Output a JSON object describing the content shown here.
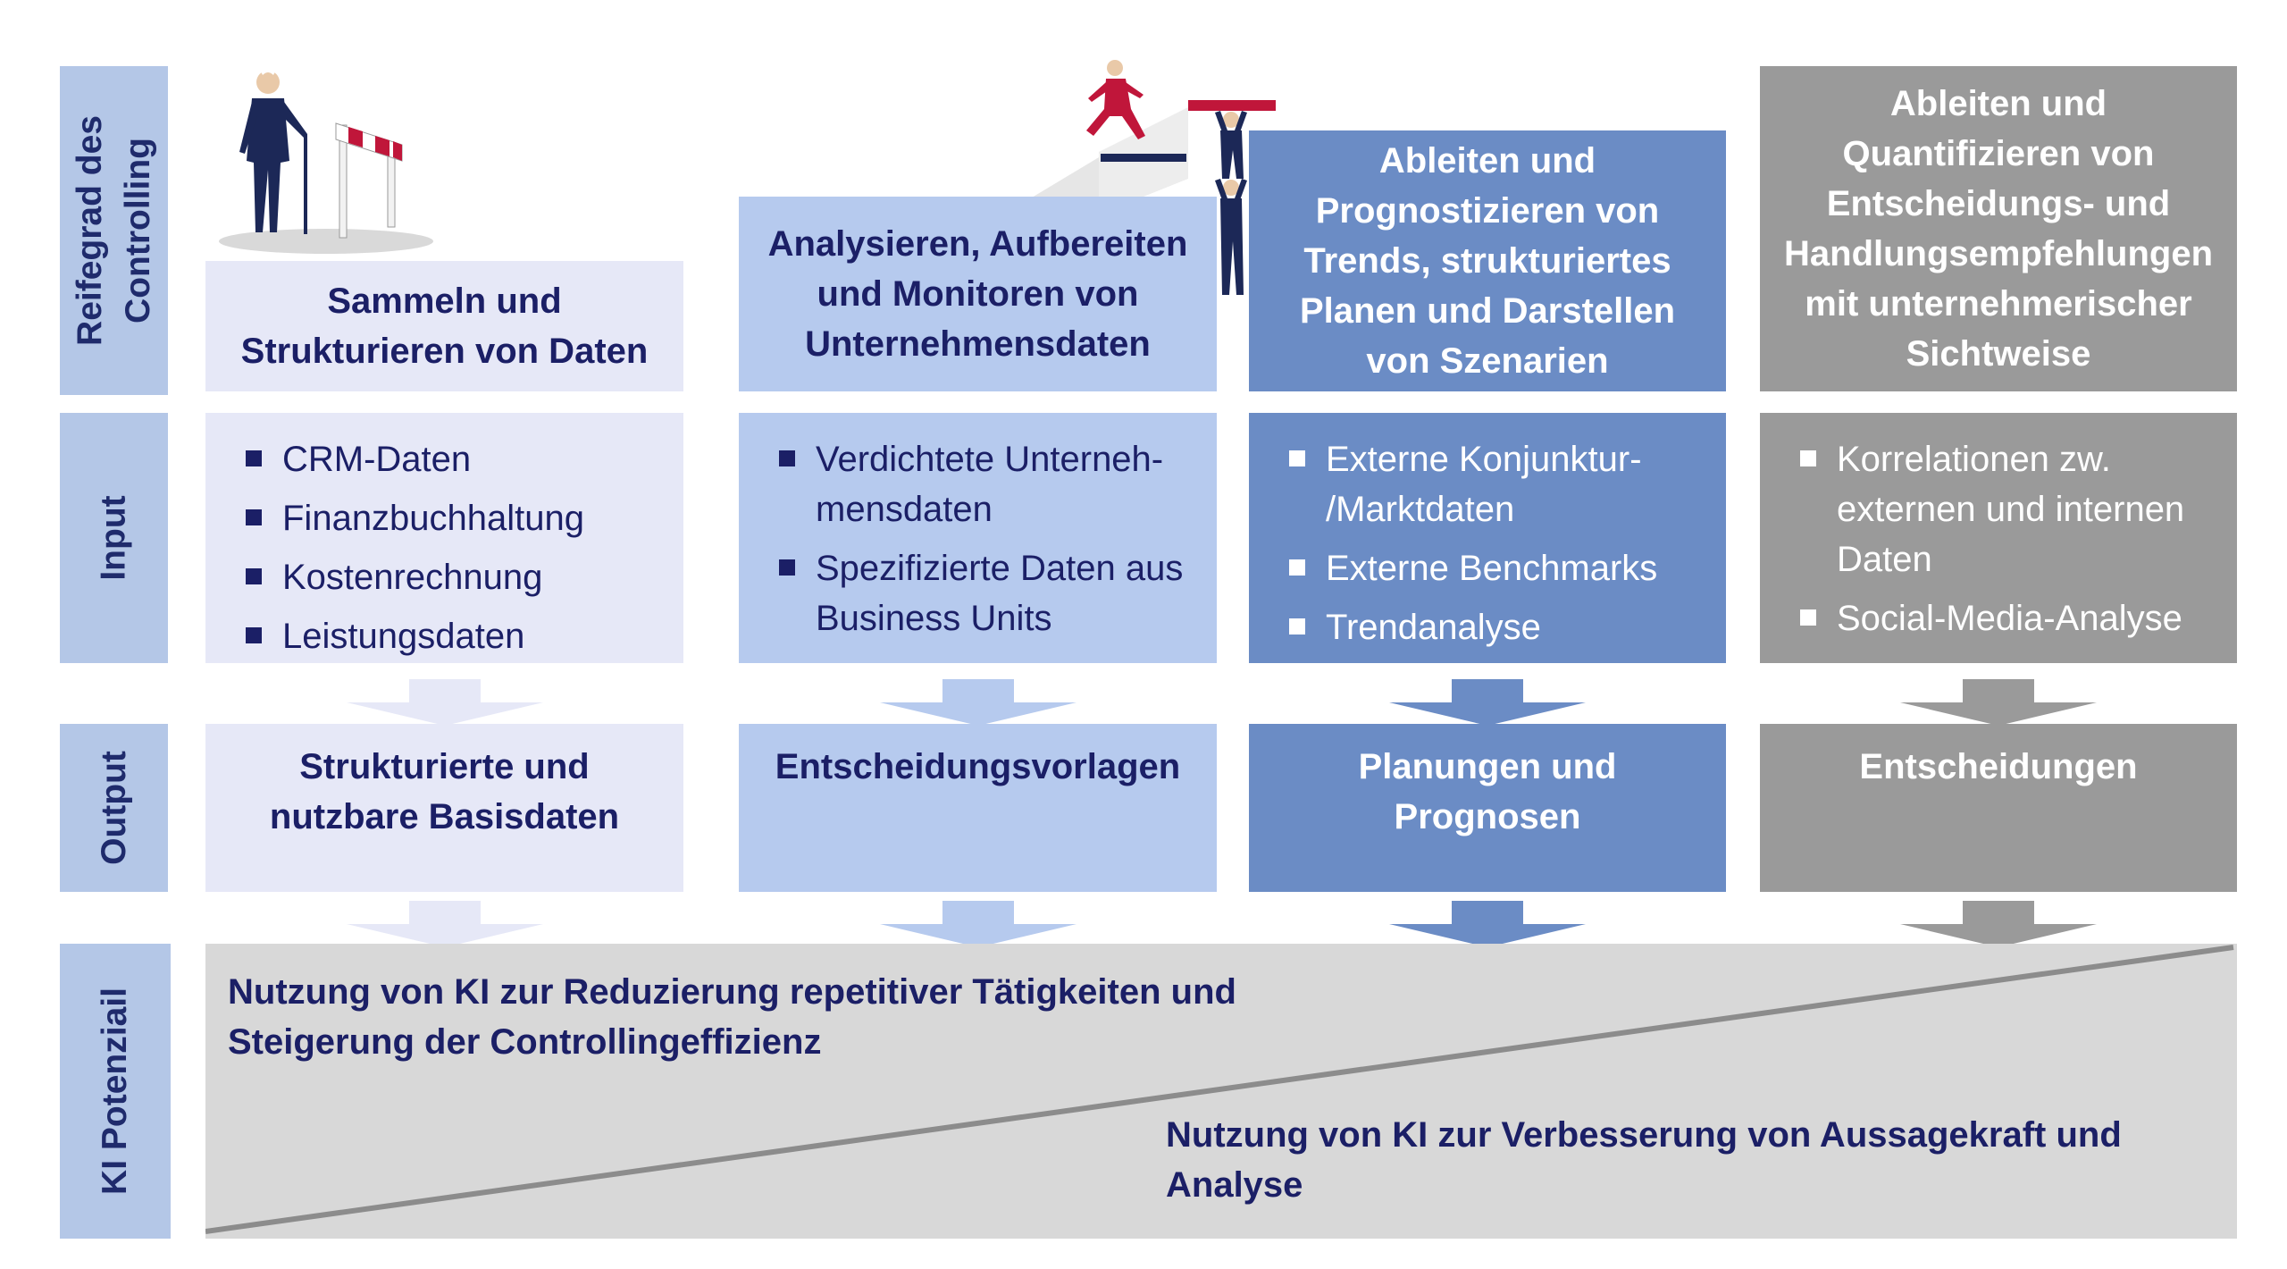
{
  "row_labels": {
    "reifegrad": [
      "Reifegrad des",
      "Controlling"
    ],
    "input": "Input",
    "output": "Output",
    "ki": "KI Potenziail"
  },
  "columns": [
    {
      "header": [
        "Sammeln und",
        "Strukturieren von Daten"
      ],
      "inputs": [
        "CRM-Daten",
        "Finanzbuchhaltung",
        "Kostenrechnung",
        "Leistungsdaten"
      ],
      "output": [
        "Strukturierte und",
        "nutzbare Basisdaten"
      ],
      "color": "#e6e8f7"
    },
    {
      "header": [
        "Analysieren, Aufbereiten",
        "und Monitoren von",
        "Unternehmensdaten"
      ],
      "inputs": [
        [
          "Verdichtete Unterneh-",
          "mensdaten"
        ],
        [
          "Spezifizierte Daten aus",
          "Business Units"
        ]
      ],
      "output": [
        "Entscheidungsvorlagen"
      ],
      "color": "#b6caee"
    },
    {
      "header": [
        "Ableiten und",
        "Prognostizieren von",
        "Trends, strukturiertes",
        "Planen und Darstellen",
        "von Szenarien"
      ],
      "inputs": [
        [
          "Externe Konjunktur-",
          "/Marktdaten"
        ],
        [
          "Externe Benchmarks"
        ],
        [
          "Trendanalyse"
        ]
      ],
      "output": [
        "Planungen und",
        "Prognosen"
      ],
      "color": "#6b8cc5"
    },
    {
      "header": [
        "Ableiten und",
        "Quantifizieren von",
        "Entscheidungs- und",
        "Handlungsempfehlungen",
        "mit unternehmerischer",
        "Sichtweise"
      ],
      "inputs": [
        [
          "Korrelationen zw.",
          "externen und internen",
          "Daten"
        ],
        [
          "Social-Media-Analyse"
        ]
      ],
      "output": [
        "Entscheidungen"
      ],
      "color": "#9a9a9a"
    }
  ],
  "ki": {
    "top_text": [
      "Nutzung von KI zur Reduzierung repetitiver Tätigkeiten und",
      "Steigerung der Controllingeffizienz"
    ],
    "bottom_text": [
      "Nutzung von KI zur Verbesserung von Aussagekraft und",
      "Analyse"
    ]
  },
  "colors": {
    "row_label_bg": "#b4c7e7",
    "dark_text": "#1b1f66",
    "ki_bg": "#d8d8d8",
    "accent_red": "#c0163a"
  },
  "illustrations": [
    "businessman-hurdle-icon",
    "stairs-climbers-icon"
  ]
}
